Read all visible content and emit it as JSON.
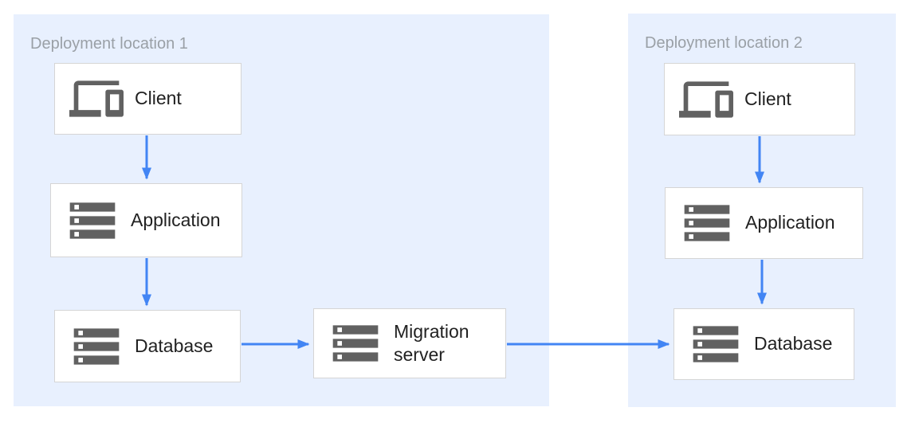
{
  "colors": {
    "canvas-bg": "#ffffff",
    "zone-bg": "#e8f0fe",
    "zone-title": "#9aa0a6",
    "node-bg": "#ffffff",
    "node-border": "#d5d5d5",
    "node-text": "#212121",
    "icon-gray": "#616161",
    "arrow": "#4285f4"
  },
  "diagram": {
    "zones": [
      {
        "title": "Deployment location 1",
        "nodes": [
          {
            "id": "client-1",
            "label": "Client",
            "icon": "devices-icon"
          },
          {
            "id": "application-1",
            "label": "Application",
            "icon": "server-stack-icon"
          },
          {
            "id": "database-1",
            "label": "Database",
            "icon": "server-stack-icon"
          }
        ]
      },
      {
        "title": "Deployment location 2",
        "nodes": [
          {
            "id": "client-2",
            "label": "Client",
            "icon": "devices-icon"
          },
          {
            "id": "application-2",
            "label": "Application",
            "icon": "server-stack-icon"
          },
          {
            "id": "database-2",
            "label": "Database",
            "icon": "server-stack-icon"
          }
        ]
      }
    ],
    "standalone_nodes": [
      {
        "id": "migration-server",
        "label": "Migration server",
        "icon": "server-stack-icon"
      }
    ],
    "edges": [
      {
        "from": "client-1",
        "to": "application-1"
      },
      {
        "from": "application-1",
        "to": "database-1"
      },
      {
        "from": "database-1",
        "to": "migration-server"
      },
      {
        "from": "migration-server",
        "to": "database-2"
      },
      {
        "from": "client-2",
        "to": "application-2"
      },
      {
        "from": "application-2",
        "to": "database-2"
      }
    ]
  }
}
